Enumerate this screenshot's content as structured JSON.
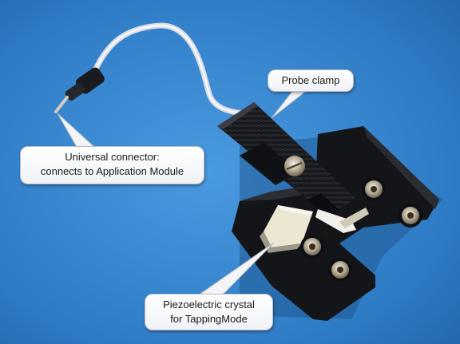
{
  "photo": {
    "background_color": "#3e8fd6",
    "subject": "atomic force microscope probe holder with cable, clamp and piezo crystal"
  },
  "callouts": {
    "probe_clamp": "Probe clamp",
    "universal_connector": {
      "line1": "Universal connector:",
      "line2": "connects to Application Module"
    },
    "piezo": {
      "line1": "Piezoelectric crystal",
      "line2": "for TappingMode"
    }
  }
}
